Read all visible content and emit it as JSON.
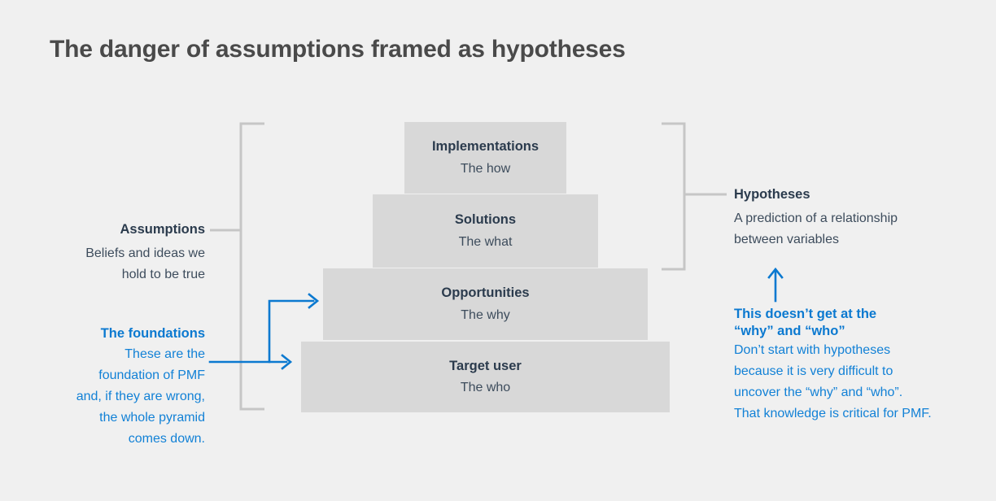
{
  "page": {
    "title": "The danger of assumptions framed as hypotheses",
    "background_color": "#f0f0f0",
    "accent_color": "#0b79d0",
    "block_color": "#d8d8d8",
    "text_color": "#2e3d4e"
  },
  "pyramid": {
    "levels": [
      {
        "id": "implementations",
        "title": "Implementations",
        "subtitle": "The how"
      },
      {
        "id": "solutions",
        "title": "Solutions",
        "subtitle": "The what"
      },
      {
        "id": "opportunities",
        "title": "Opportunities",
        "subtitle": "The why"
      },
      {
        "id": "target_user",
        "title": "Target user",
        "subtitle": "The who"
      }
    ]
  },
  "annotations": {
    "assumptions": {
      "heading": "Assumptions",
      "body_lines": [
        "Beliefs and ideas we",
        "hold to be true"
      ]
    },
    "foundations": {
      "heading": "The foundations",
      "body_lines": [
        "These are the",
        "foundation of PMF",
        "and, if they are wrong,",
        "the whole pyramid",
        "comes down."
      ]
    },
    "hypotheses": {
      "heading": "Hypotheses",
      "body_lines": [
        "A prediction of a relationship",
        "between variables"
      ]
    },
    "warning": {
      "heading_lines": [
        "This doesn’t get at the",
        "“why” and “who”"
      ],
      "body_lines": [
        "Don’t start with hypotheses",
        "because it is very difficult to",
        "uncover the “why” and “who”.",
        "That knowledge is critical for PMF."
      ]
    }
  }
}
